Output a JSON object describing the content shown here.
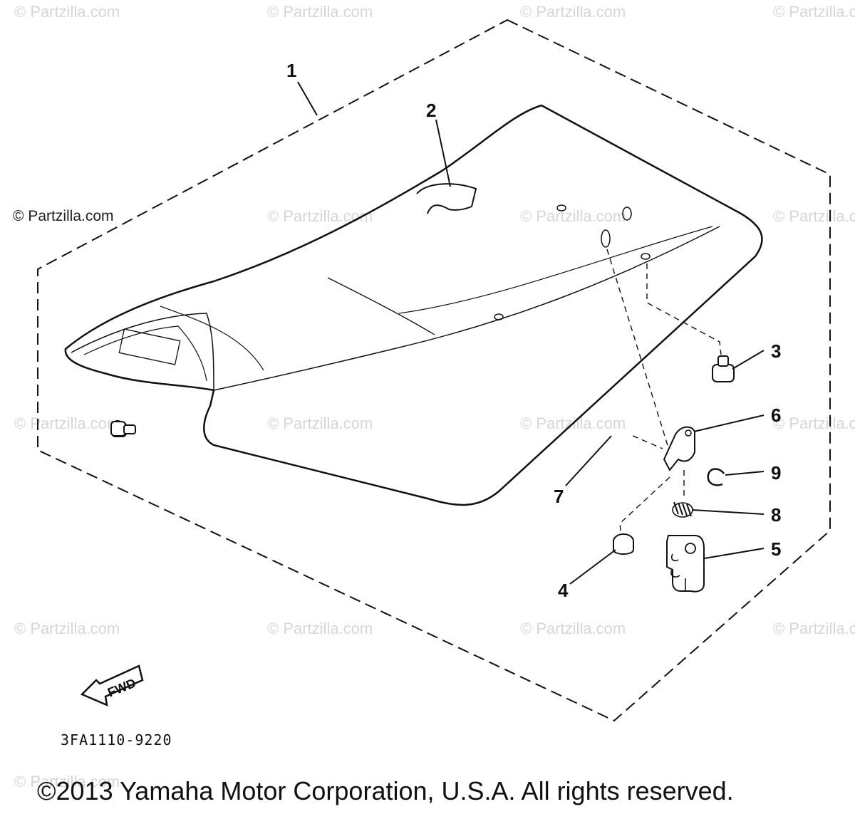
{
  "watermarks": [
    "© Partzilla.com",
    "© Partzilla.com",
    "© Partzilla.com",
    "© Partzilla.com",
    "© Partzilla.com",
    "© Partzilla.com",
    "© Partzilla.com",
    "© Partzilla.com",
    "© Partzilla.com",
    "© Partzilla.com",
    "© Partzilla.com",
    "© Partzilla.com",
    "© Partzilla.com",
    "© Partzilla.com",
    "© Partzilla.com",
    "© Partzilla.com"
  ],
  "watermark_dark": "© Partzilla.com",
  "callouts": [
    "1",
    "2",
    "3",
    "4",
    "5",
    "6",
    "7",
    "8",
    "9"
  ],
  "fwd_label": "FWD",
  "diagram_code": "3FA1110-9220",
  "copyright": "©2013 Yamaha Motor Corporation, U.S.A. All rights reserved."
}
